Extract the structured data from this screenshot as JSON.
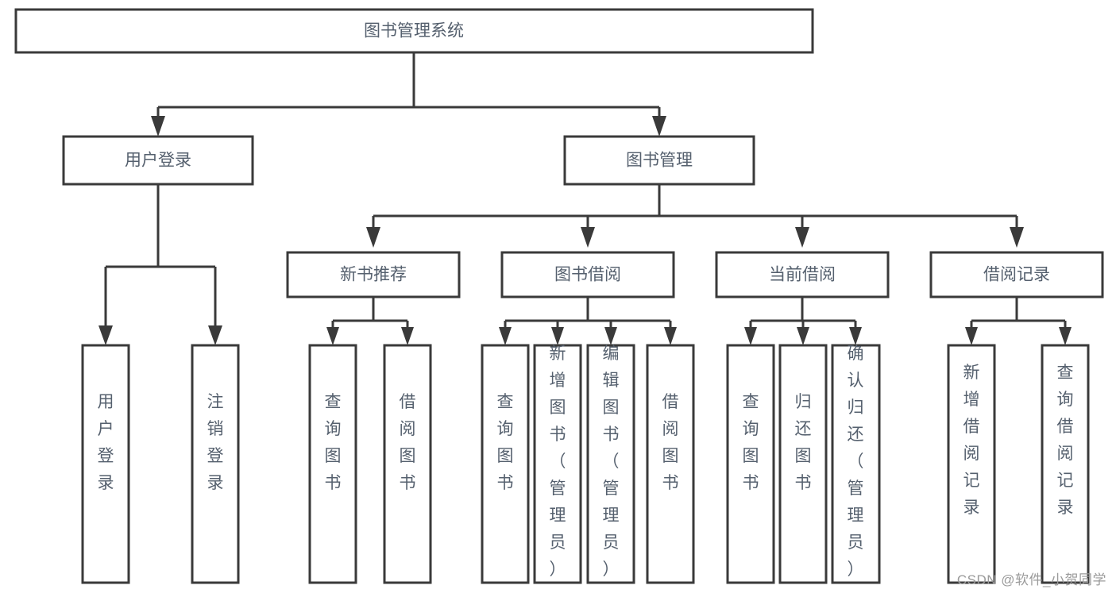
{
  "diagram": {
    "type": "tree-hierarchy",
    "title": "图书管理系统",
    "orientation": "top-down",
    "colors": {
      "box_stroke": "#3a3a3a",
      "box_fill": "#ffffff",
      "text": "#55606e",
      "connector": "#3a3a3a",
      "background": "#ffffff",
      "watermark": "#9a9a9a"
    },
    "levels": {
      "root": {
        "label": "图书管理系统"
      },
      "level1": [
        {
          "id": "user-login",
          "label": "用户登录"
        },
        {
          "id": "book-manage",
          "label": "图书管理"
        }
      ],
      "level2": [
        {
          "id": "new-book-rec",
          "label": "新书推荐",
          "parent": "book-manage"
        },
        {
          "id": "book-borrow",
          "label": "图书借阅",
          "parent": "book-manage"
        },
        {
          "id": "current-borrow",
          "label": "当前借阅",
          "parent": "book-manage"
        },
        {
          "id": "borrow-record",
          "label": "借阅记录",
          "parent": "book-manage"
        }
      ],
      "leaves": [
        {
          "id": "leaf-user-login",
          "label": "用户登录",
          "parent": "user-login"
        },
        {
          "id": "leaf-logout",
          "label": "注销登录",
          "parent": "user-login"
        },
        {
          "id": "leaf-query-book-1",
          "label": "查询图书",
          "parent": "new-book-rec"
        },
        {
          "id": "leaf-borrow-book-1",
          "label": "借阅图书",
          "parent": "new-book-rec"
        },
        {
          "id": "leaf-query-book-2",
          "label": "查询图书",
          "parent": "book-borrow"
        },
        {
          "id": "leaf-add-book",
          "label": "新增图书（管理员）",
          "parent": "book-borrow"
        },
        {
          "id": "leaf-edit-book",
          "label": "编辑图书（管理员）",
          "parent": "book-borrow"
        },
        {
          "id": "leaf-borrow-book-2",
          "label": "借阅图书",
          "parent": "book-borrow"
        },
        {
          "id": "leaf-query-book-3",
          "label": "查询图书",
          "parent": "current-borrow"
        },
        {
          "id": "leaf-return-book",
          "label": "归还图书",
          "parent": "current-borrow"
        },
        {
          "id": "leaf-confirm-return",
          "label": "确认归还（管理员）",
          "parent": "current-borrow"
        },
        {
          "id": "leaf-add-record",
          "label": "新增借阅记录",
          "parent": "borrow-record"
        },
        {
          "id": "leaf-query-record",
          "label": "查询借阅记录",
          "parent": "borrow-record"
        }
      ]
    }
  },
  "watermark": {
    "text": "CSDN @软件_小贺同学"
  }
}
